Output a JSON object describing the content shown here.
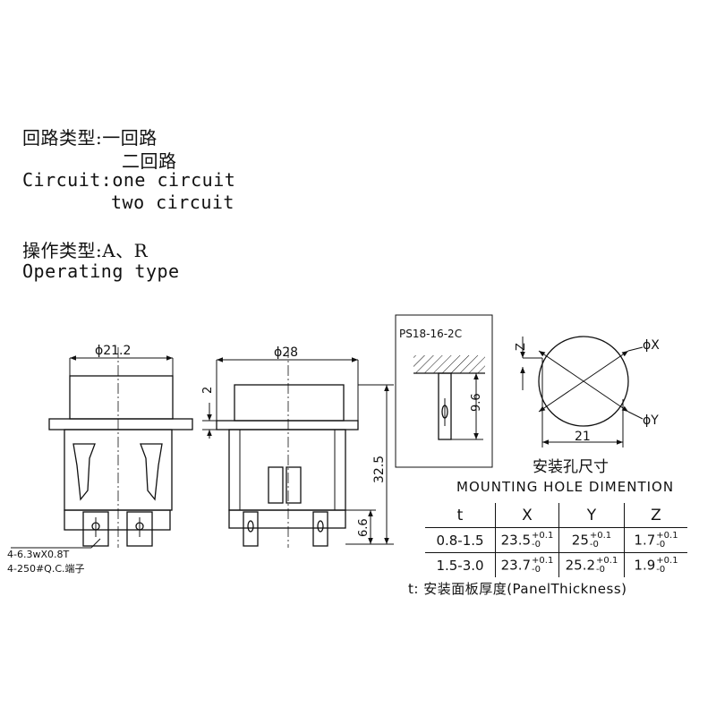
{
  "header": {
    "circuit_cn_label": "回路类型:",
    "circuit_cn_one": "一回路",
    "circuit_cn_two": "二回路",
    "circuit_en_label": "Circuit:",
    "circuit_en_one": "one circuit",
    "circuit_en_two": "two circuit",
    "operating_cn": "操作类型:A、R",
    "operating_en": "Operating type"
  },
  "front_view": {
    "width_dim": "ϕ21.2",
    "terminal_note_1": "4-6.3wX0.8T",
    "terminal_note_2": "4-250#Q.C.端子"
  },
  "side_view": {
    "width_dim": "ϕ28",
    "flange_dim": "2",
    "height_dim": "32.5",
    "terminal_dim": "6.6"
  },
  "panel_view": {
    "model": "PS18-16-2C",
    "depth_dim": "9.6"
  },
  "hole_view": {
    "z_label": "Z",
    "x_label": "ϕX",
    "y_label": "ϕY",
    "width_dim": "21"
  },
  "mounting": {
    "title_cn": "安装孔尺寸",
    "title_en": "MOUNTING HOLE DIMENTION",
    "columns": [
      "t",
      "X",
      "Y",
      "Z"
    ],
    "rows": [
      {
        "t": "0.8-1.5",
        "x": "23.5",
        "x_tol_up": "+0.1",
        "x_tol_dn": "-0",
        "y": "25",
        "y_tol_up": "+0.1",
        "y_tol_dn": "-0",
        "z": "1.7",
        "z_tol_up": "+0.1",
        "z_tol_dn": "-0"
      },
      {
        "t": "1.5-3.0",
        "x": "23.7",
        "x_tol_up": "+0.1",
        "x_tol_dn": "-0",
        "y": "25.2",
        "y_tol_up": "+0.1",
        "y_tol_dn": "-0",
        "z": "1.9",
        "z_tol_up": "+0.1",
        "z_tol_dn": "-0"
      }
    ],
    "footnote": "t: 安装面板厚度(PanelThickness)"
  },
  "colors": {
    "line": "#111111",
    "background": "#ffffff"
  }
}
